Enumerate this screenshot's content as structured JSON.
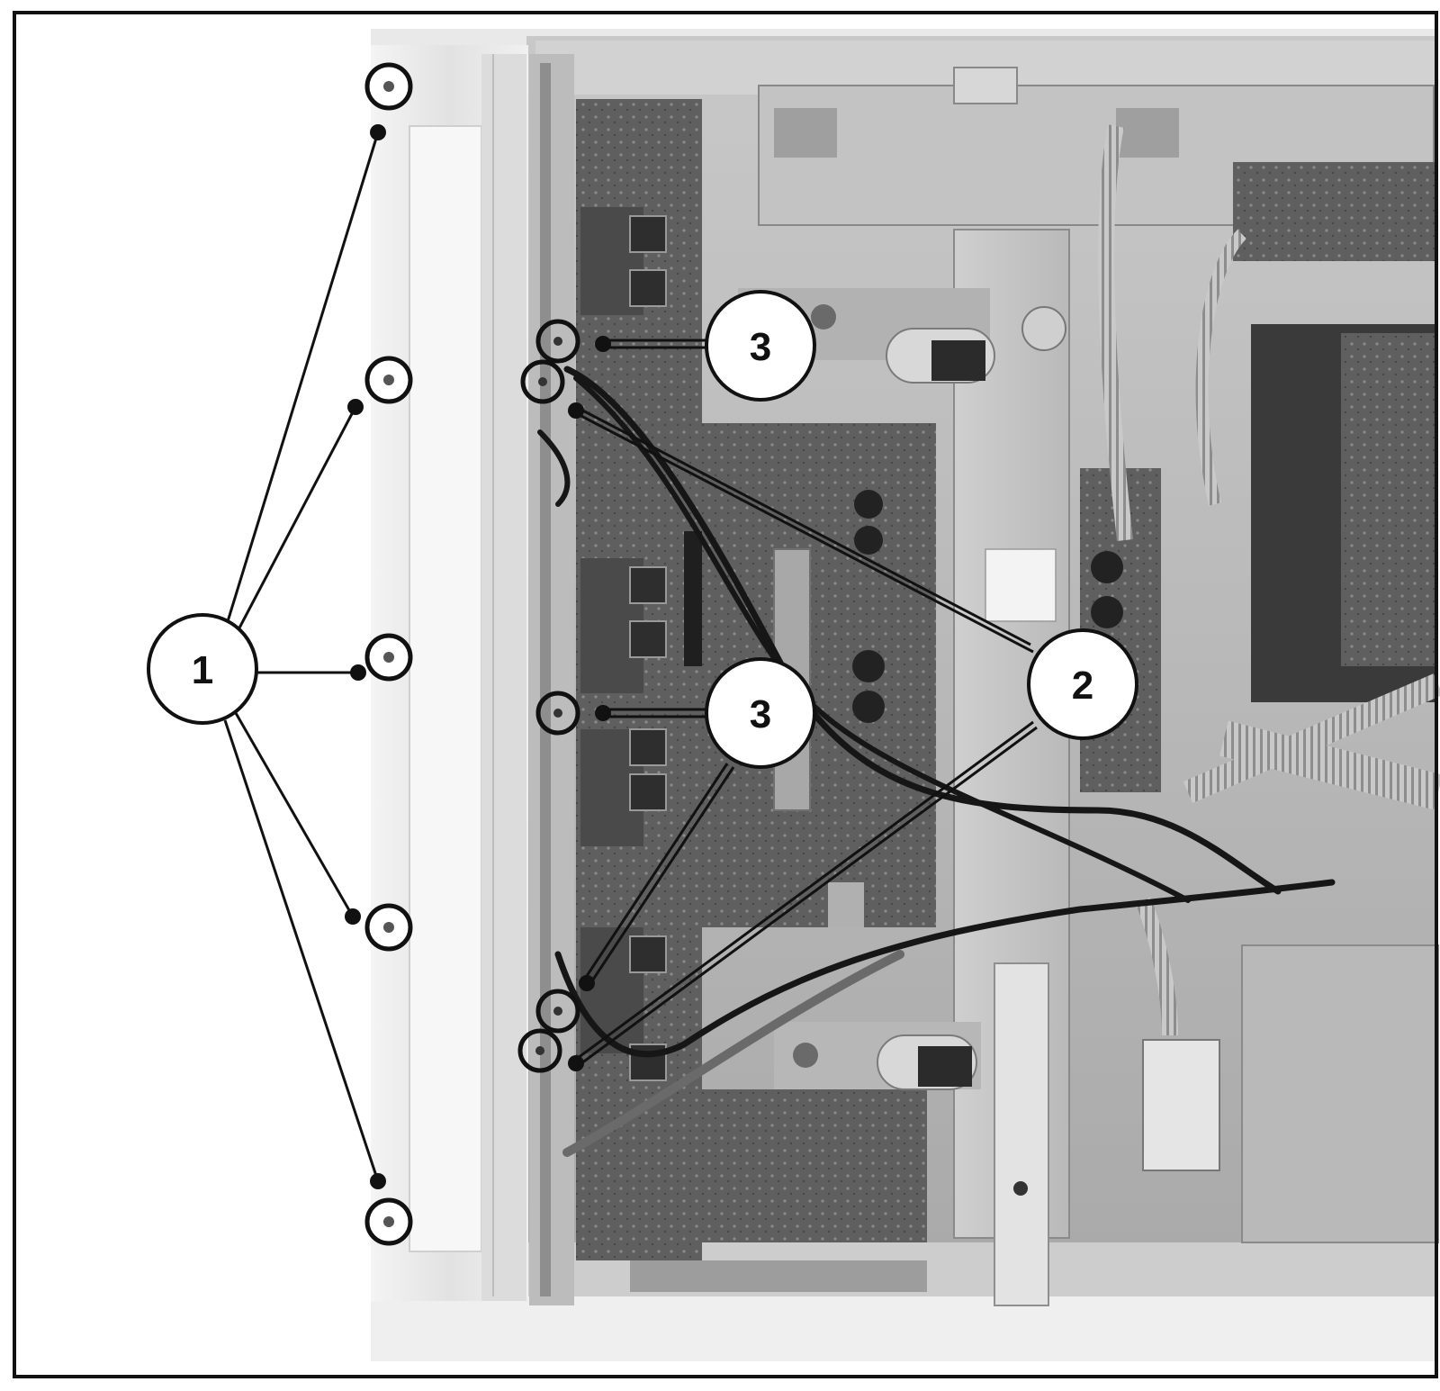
{
  "figure": {
    "callouts": [
      {
        "id": "1",
        "label": "1"
      },
      {
        "id": "2",
        "label": "2"
      },
      {
        "id": "3a",
        "label": "3"
      },
      {
        "id": "3b",
        "label": "3"
      }
    ],
    "colors": {
      "frame": "#111111",
      "paper": "#ffffff",
      "chassis_light": "#d9d9d9",
      "chassis_mid": "#9a9a9a",
      "chassis_dark": "#3c3c3c",
      "pcb": "#6a6a6a",
      "bezel": "#ececec"
    }
  }
}
